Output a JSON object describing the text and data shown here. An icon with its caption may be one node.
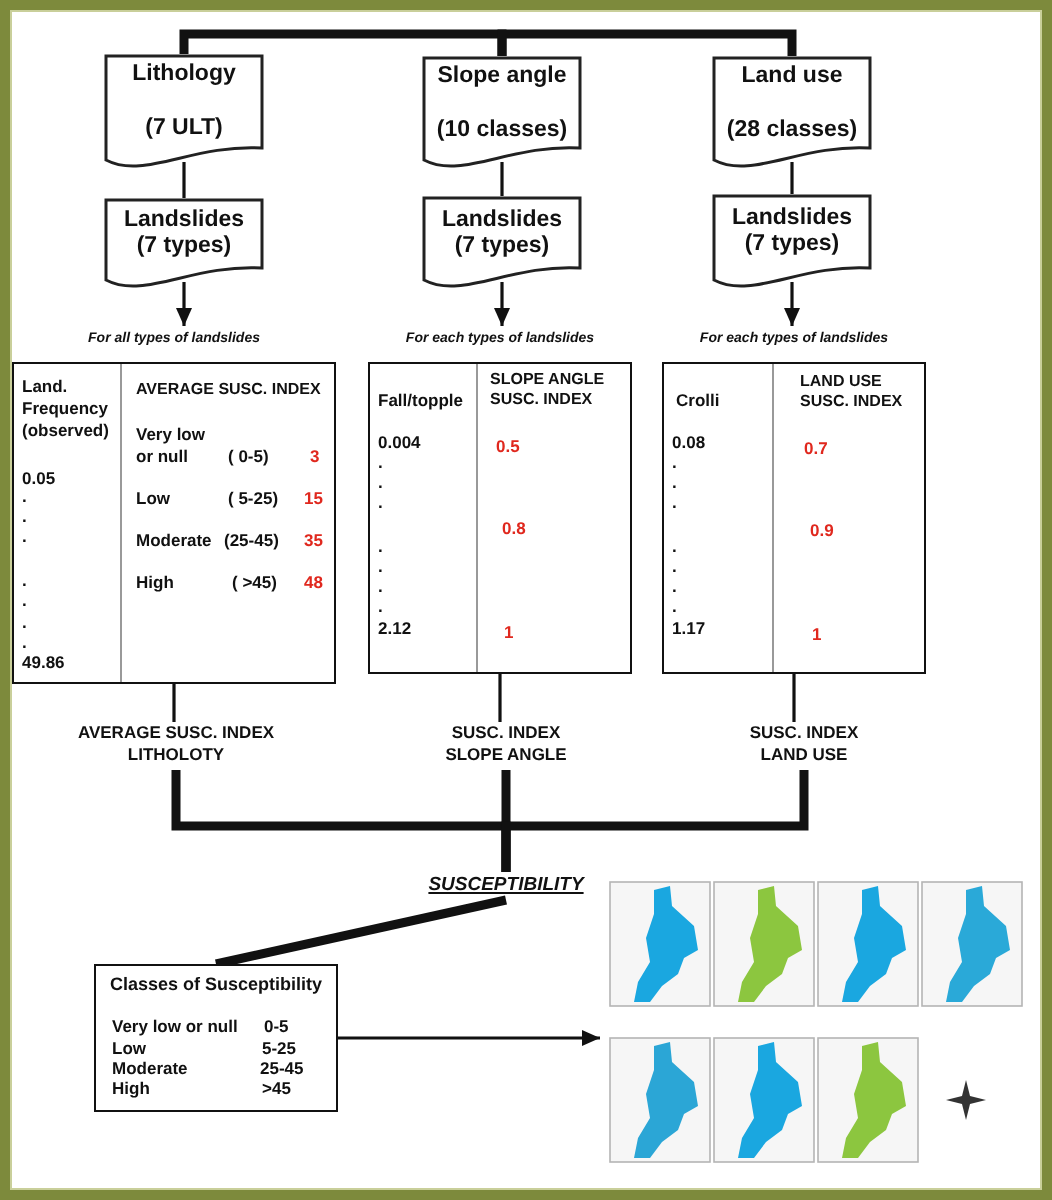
{
  "diagram": {
    "nodes": [
      {
        "text": [
          "Lithology",
          "(7 ULT)"
        ]
      },
      {
        "text": [
          "Slope angle",
          "(10 classes)"
        ]
      },
      {
        "text": [
          "Land use",
          "(28 classes)"
        ]
      },
      {
        "text": [
          "Landslides (7 types)"
        ]
      },
      {
        "text": [
          "Landslides (7 types)"
        ]
      },
      {
        "text": [
          "Landslides (7 types)"
        ]
      },
      {
        "text": [
          "For all types of landslides",
          "Land. Frequency (observed)",
          "AVERAGE SUSC. INDEX",
          "0.05",
          ".",
          ".",
          ".",
          ".",
          ".",
          ".",
          ".",
          "49.86",
          "Very low or null",
          "( 0-5)",
          "3",
          "Low",
          "( 5-25)",
          "15",
          "Moderate",
          "(25-45)",
          "35",
          "High",
          "( >45)",
          "48"
        ]
      },
      {
        "text": [
          "For each types of landslides",
          "Fall/topple",
          "SLOPE ANGLE SUSC. INDEX",
          "0.004",
          ".",
          ".",
          ".",
          ".",
          ".",
          ".",
          ".",
          "2.12",
          "0.5",
          "0.8",
          "1"
        ]
      },
      {
        "text": [
          "For each types of landslides",
          "Crolli",
          "LAND USE SUSC. INDEX",
          "0.08",
          ".",
          ".",
          ".",
          ".",
          ".",
          ".",
          ".",
          "1.17",
          "0.7",
          "0.9",
          "1"
        ]
      },
      {
        "text": [
          "AVERAGE SUSC. INDEX LITHOLOTY"
        ]
      },
      {
        "text": [
          "SUSC. INDEX SLOPE ANGLE"
        ]
      },
      {
        "text": [
          "SUSC. INDEX LAND USE"
        ]
      },
      {
        "text": [
          "SUSCEPTIBILITY"
        ]
      },
      {
        "text": [
          "Classes of Susceptibility",
          "Very low or null",
          "0-5",
          "Low",
          "5-25",
          "Moderate",
          "25-45",
          "High",
          ">45"
        ]
      },
      {
        "text": [],
        "shape": "picture"
      }
    ],
    "edges": [
      {
        "from": 0,
        "to": 1,
        "arrow": "none",
        "style": "thick"
      },
      {
        "from": 1,
        "to": 2,
        "arrow": "none",
        "style": "thick"
      },
      {
        "from": 0,
        "to": 3,
        "arrow": "none"
      },
      {
        "from": 1,
        "to": 4,
        "arrow": "none"
      },
      {
        "from": 2,
        "to": 5,
        "arrow": "none"
      },
      {
        "from": 3,
        "to": 6,
        "arrow": "to"
      },
      {
        "from": 4,
        "to": 7,
        "arrow": "to"
      },
      {
        "from": 5,
        "to": 8,
        "arrow": "to"
      },
      {
        "from": 6,
        "to": 9,
        "arrow": "none"
      },
      {
        "from": 7,
        "to": 10,
        "arrow": "none"
      },
      {
        "from": 8,
        "to": 11,
        "arrow": "none"
      },
      {
        "from": 9,
        "to": 12,
        "arrow": "none",
        "style": "thick"
      },
      {
        "from": 10,
        "to": 12,
        "arrow": "none",
        "style": "thick"
      },
      {
        "from": 11,
        "to": 12,
        "arrow": "none",
        "style": "thick"
      },
      {
        "from": 12,
        "to": 13,
        "arrow": "none",
        "style": "thick"
      },
      {
        "from": 13,
        "to": 14,
        "arrow": "to"
      }
    ]
  }
}
